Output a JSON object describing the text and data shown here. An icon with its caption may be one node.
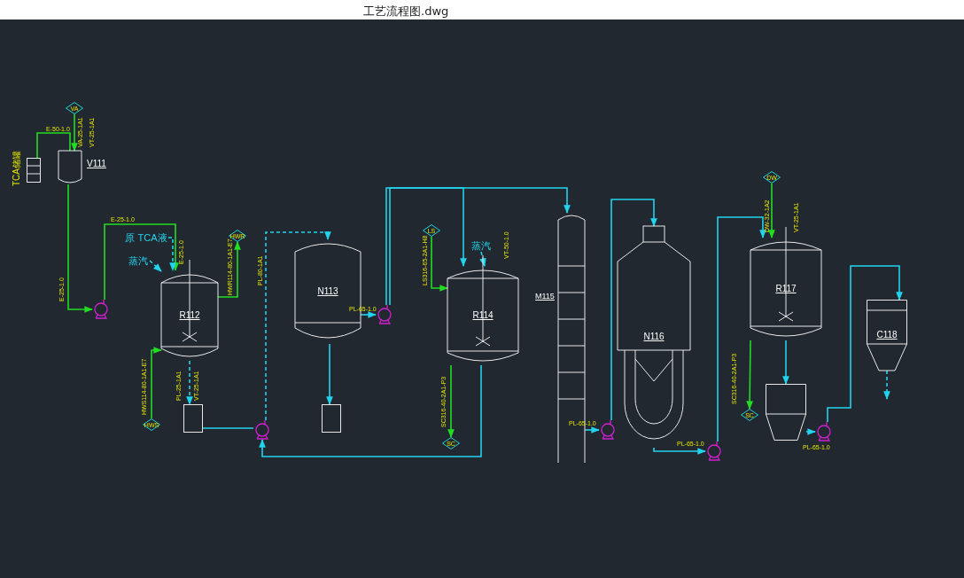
{
  "diagram": {
    "title": "工艺流程图.dwg",
    "nodes": [
      {
        "text": [
          "V111"
        ]
      },
      {
        "text": [],
        "shape": "box"
      },
      {
        "text": [
          "VA"
        ]
      },
      {
        "text": [],
        "shape": "pump"
      },
      {
        "text": [
          "R112"
        ]
      },
      {
        "text": [
          "HWR"
        ]
      },
      {
        "text": [
          "HWS"
        ]
      },
      {
        "text": [],
        "shape": "box"
      },
      {
        "text": [],
        "shape": "pump"
      },
      {
        "text": [
          "N113"
        ]
      },
      {
        "text": [],
        "shape": "box"
      },
      {
        "text": [],
        "shape": "pump"
      },
      {
        "text": [
          "LS"
        ]
      },
      {
        "text": [
          "R114"
        ]
      },
      {
        "text": [
          "SC"
        ]
      },
      {
        "text": [
          "M115"
        ]
      },
      {
        "text": [],
        "shape": "pump"
      },
      {
        "text": [
          "N116"
        ]
      },
      {
        "text": [],
        "shape": "pump"
      },
      {
        "text": [
          "DW"
        ]
      },
      {
        "text": [
          "R117"
        ]
      },
      {
        "text": [
          "SC"
        ]
      },
      {
        "text": [],
        "shape": "box"
      },
      {
        "text": [],
        "shape": "pump"
      },
      {
        "text": [
          "C118"
        ]
      },
      {
        "text": [
          "原 TCA液"
        ]
      },
      {
        "text": [
          "蒸汽"
        ]
      },
      {
        "text": [
          "蒸汽"
        ]
      }
    ],
    "edges": [
      {
        "from": 1,
        "to": 0,
        "arrow": "none",
        "color": "#22dd22"
      },
      {
        "from": 2,
        "to": 0,
        "arrow": "to",
        "color": "#22dd22"
      },
      {
        "from": 0,
        "to": 3,
        "arrow": "to",
        "color": "#22dd22"
      },
      {
        "from": 3,
        "to": 4,
        "arrow": "to",
        "color": "#22dd22"
      },
      {
        "from": 4,
        "to": 5,
        "arrow": "to",
        "color": "#22dd22"
      },
      {
        "from": 6,
        "to": 4,
        "arrow": "to",
        "color": "#22dd22"
      },
      {
        "from": 4,
        "to": 7,
        "arrow": "to",
        "style": "dashed"
      },
      {
        "from": 7,
        "to": 8,
        "arrow": "none"
      },
      {
        "from": 8,
        "to": 9,
        "arrow": "to",
        "style": "dashed"
      },
      {
        "from": 9,
        "to": 10,
        "arrow": "to"
      },
      {
        "from": 9,
        "to": 11,
        "arrow": "to"
      },
      {
        "from": 11,
        "to": 13,
        "arrow": "to"
      },
      {
        "from": 11,
        "to": 15,
        "arrow": "to"
      },
      {
        "from": 12,
        "to": 13,
        "arrow": "to",
        "color": "#22dd22"
      },
      {
        "from": 13,
        "to": 14,
        "arrow": "to",
        "color": "#22dd22"
      },
      {
        "from": 13,
        "to": 8,
        "arrow": "to"
      },
      {
        "from": 15,
        "to": 16,
        "arrow": "to"
      },
      {
        "from": 16,
        "to": 17,
        "arrow": "to"
      },
      {
        "from": 17,
        "to": 18,
        "arrow": "to"
      },
      {
        "from": 18,
        "to": 20,
        "arrow": "to"
      },
      {
        "from": 19,
        "to": 20,
        "arrow": "to",
        "color": "#22dd22"
      },
      {
        "from": 20,
        "to": 21,
        "arrow": "to",
        "color": "#22dd22"
      },
      {
        "from": 20,
        "to": 22,
        "arrow": "to"
      },
      {
        "from": 22,
        "to": 23,
        "arrow": "to"
      },
      {
        "from": 23,
        "to": 24,
        "arrow": "to"
      },
      {
        "from": 24,
        "to": null,
        "arrow": "to",
        "style": "dashed"
      },
      {
        "from": 25,
        "to": 4,
        "arrow": "to",
        "style": "dashed"
      },
      {
        "from": 26,
        "to": 4,
        "arrow": "to",
        "style": "dashed"
      },
      {
        "from": 27,
        "to": 13,
        "arrow": "to",
        "style": "dashed"
      }
    ],
    "labels": [
      "E-50-1.0",
      "TCA储罐",
      "VA-25-1A1",
      "VT-25-1A1",
      "E-25-1.0",
      "E-25-1.0",
      "E-25-1.0",
      "HWR114-80-1A1-E7",
      "HWS114-80-1A1-E7",
      "PL-25-1A1",
      "VT-25-1A1",
      "PL-80-1A1",
      "PL-65-1.0",
      "LS316-65-2A1-H8",
      "VT-50-1.0",
      "SC316-40-2A1-P3",
      "PL-65-1.0",
      "PL-65-1.0",
      "DW-32-1A2",
      "VT-25-1A1",
      "SC316-40-2A1-P3",
      "PL-65-1.0"
    ]
  }
}
